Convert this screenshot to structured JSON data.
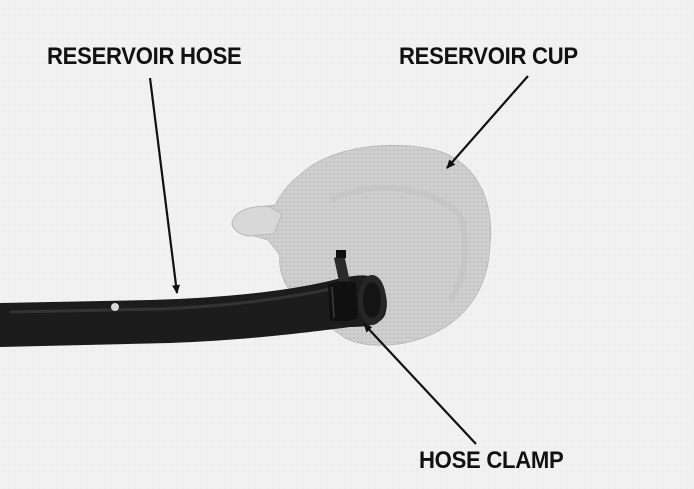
{
  "labels": {
    "reservoir_hose": "RESERVOIR HOSE",
    "reservoir_cup": "RESERVOIR CUP",
    "hose_clamp": "HOSE CLAMP"
  },
  "colors": {
    "background": "#f1f1f1",
    "hose": "#1c1c1c",
    "cup": "#c9c9c9",
    "arrow": "#111111"
  }
}
